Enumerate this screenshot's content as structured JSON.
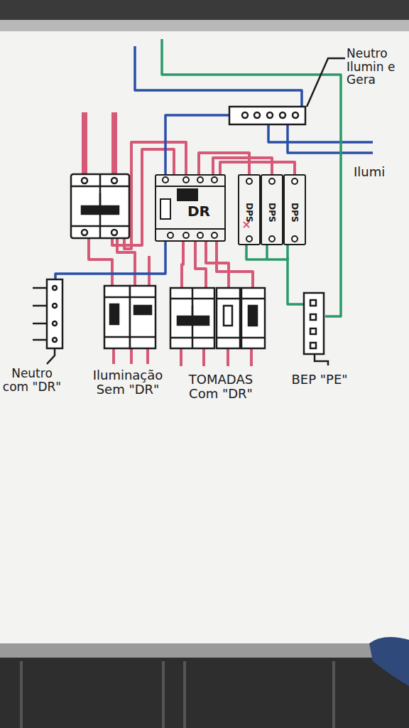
{
  "diagram": {
    "nodes": [
      {
        "text": [
          "DR"
        ]
      },
      {
        "text": [
          "DPS"
        ]
      },
      {
        "text": [
          "DPS"
        ]
      },
      {
        "text": [
          "DPS"
        ]
      }
    ],
    "edges": [
      {
        "from": 0,
        "to": 1,
        "arrow": "none"
      }
    ],
    "labels": [
      "Neutro Ilumin e Gera",
      "Ilumi",
      "Neutro com \"DR\"",
      "Iluminação Sem \"DR\"",
      "TOMADAS Com \"DR\"",
      "BEP \"PE\""
    ]
  }
}
